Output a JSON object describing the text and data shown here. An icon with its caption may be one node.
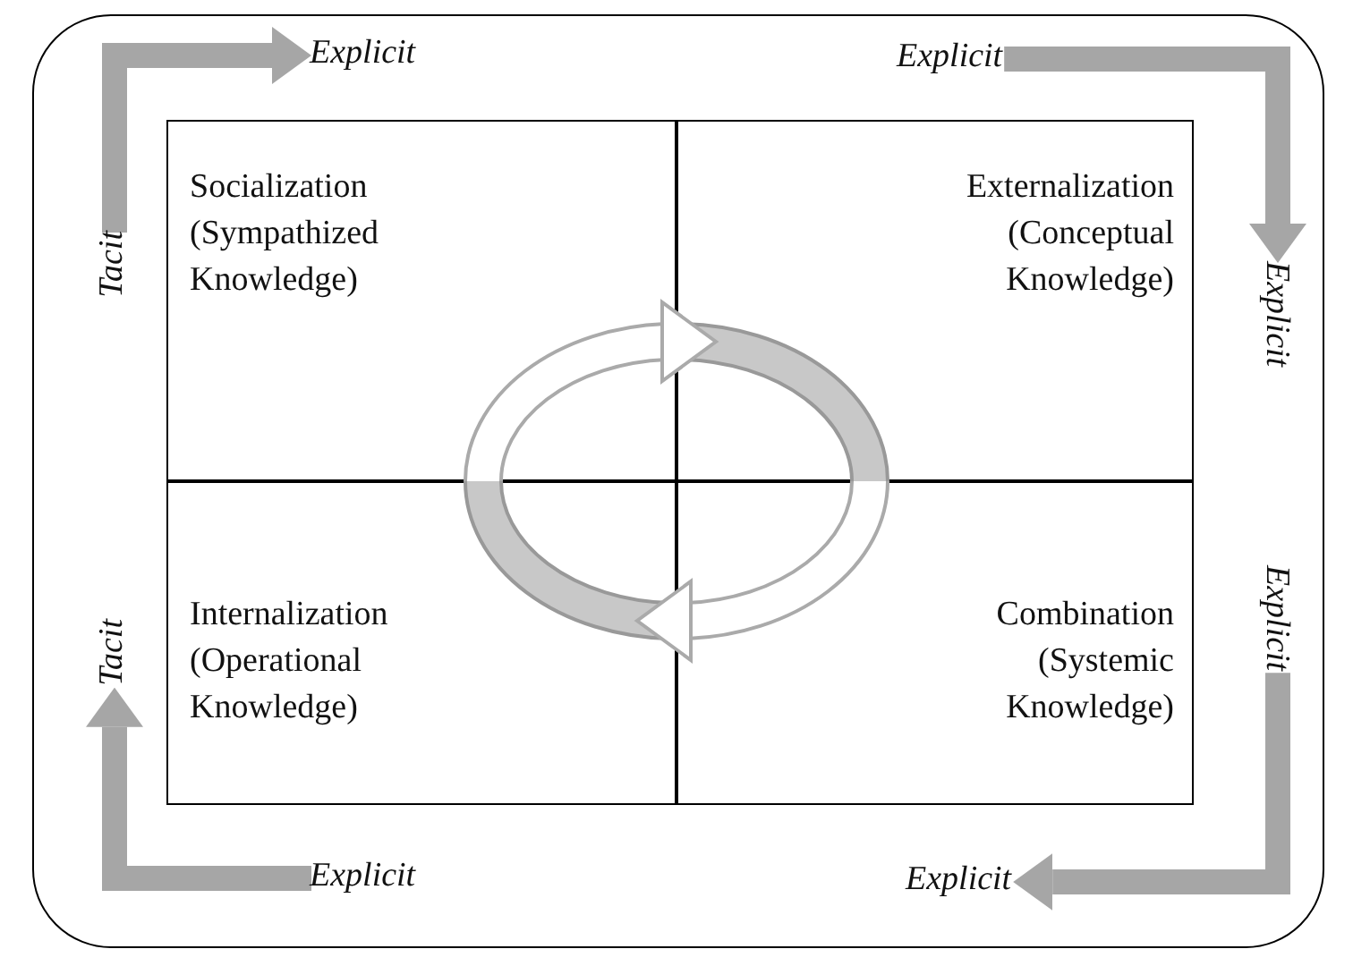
{
  "diagram": {
    "nodes": [
      {
        "text": [],
        "shape": "box"
      },
      {
        "text": [
          "Socialization",
          "(Sympathized Knowledge)"
        ],
        "in": 0
      },
      {
        "text": [
          "Externalization",
          "(Conceptual Knowledge)"
        ],
        "in": 0
      },
      {
        "text": [
          "Internalization",
          "(Operational Knowledge)"
        ],
        "in": 0
      },
      {
        "text": [
          "Combination",
          "(Systemic Knowledge)"
        ],
        "in": 0
      },
      {
        "text": [
          "Explicit"
        ],
        "in": 0
      },
      {
        "text": [
          "Explicit"
        ],
        "in": 0
      },
      {
        "text": [
          "Tacit"
        ],
        "in": 0
      },
      {
        "text": [
          "Explicit"
        ],
        "in": 0
      },
      {
        "text": [
          "Explicit"
        ],
        "in": 0
      },
      {
        "text": [
          "Tacit"
        ],
        "in": 0
      },
      {
        "text": [
          "Explicit"
        ],
        "in": 0
      },
      {
        "text": [
          "Explicit"
        ],
        "in": 0
      }
    ],
    "edges": [
      {
        "from": 7,
        "to": 5,
        "arrow": "to"
      },
      {
        "from": 6,
        "to": 8,
        "arrow": "to"
      },
      {
        "from": 9,
        "to": 12,
        "arrow": "to"
      },
      {
        "from": 11,
        "to": 10,
        "arrow": "to"
      }
    ]
  }
}
